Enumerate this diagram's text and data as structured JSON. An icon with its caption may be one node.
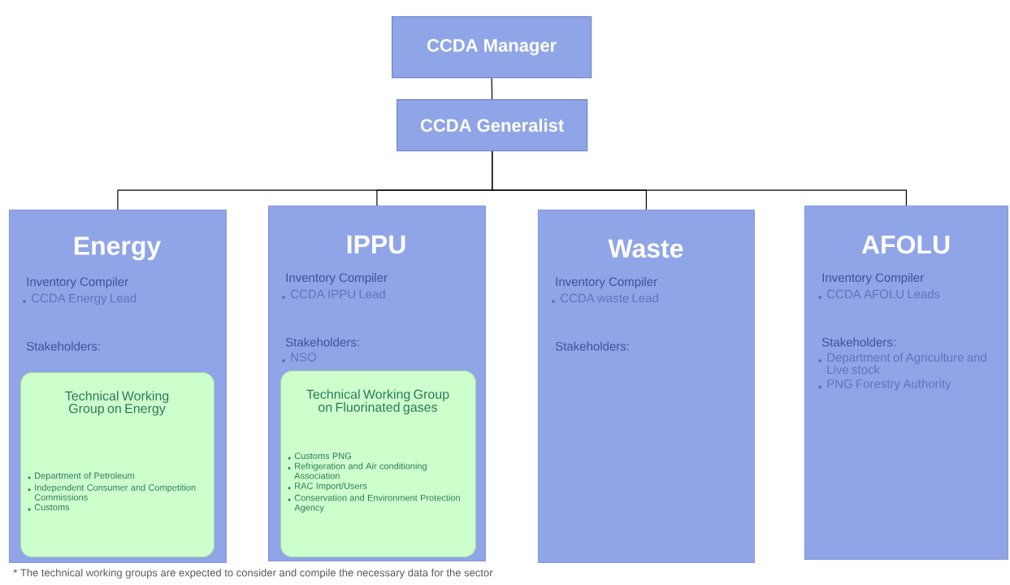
{
  "diagram": {
    "nodes": [
      {
        "text": [
          "CCDA Manager"
        ]
      },
      {
        "text": [
          "CCDA Generalist"
        ]
      },
      {
        "text": [
          "Energy",
          "Inventory Compiler",
          "CCDA Energy Lead",
          "Stakeholders:"
        ]
      },
      {
        "text": [
          "Technical Working Group on Energy",
          "Department of Petroleum",
          "Independent Consumer and Competition Commissions",
          "Customs"
        ],
        "in": 2
      },
      {
        "text": [
          "IPPU",
          "Inventory Compiler",
          "CCDA IPPU Lead",
          "Stakeholders:",
          "NSO"
        ]
      },
      {
        "text": [
          "Technical Working Group on Fluorinated gases",
          "Customs PNG",
          "Refrigeration and Air conditioning Association",
          "RAC Import/Users",
          "Conservation and Environment Protection Agency"
        ],
        "in": 4
      },
      {
        "text": [
          "Waste",
          "Inventory Compiler",
          "CCDA waste Lead",
          "Stakeholders:"
        ]
      },
      {
        "text": [
          "AFOLU",
          "Inventory Compiler",
          "CCDA AFOLU Leads",
          "Stakeholders:",
          "Department of Agriculture and Live stock",
          "PNG Forestry Authority"
        ]
      }
    ],
    "edges": [
      {
        "from": 0,
        "to": 1,
        "arrow": "none"
      },
      {
        "from": 1,
        "to": 2,
        "arrow": "none"
      },
      {
        "from": 1,
        "to": 4,
        "arrow": "none"
      },
      {
        "from": 1,
        "to": 6,
        "arrow": "none"
      },
      {
        "from": 1,
        "to": 7,
        "arrow": "none"
      }
    ],
    "labels": [
      "* The technical working groups are expected to consider and compile the necessary data for the sector"
    ]
  }
}
